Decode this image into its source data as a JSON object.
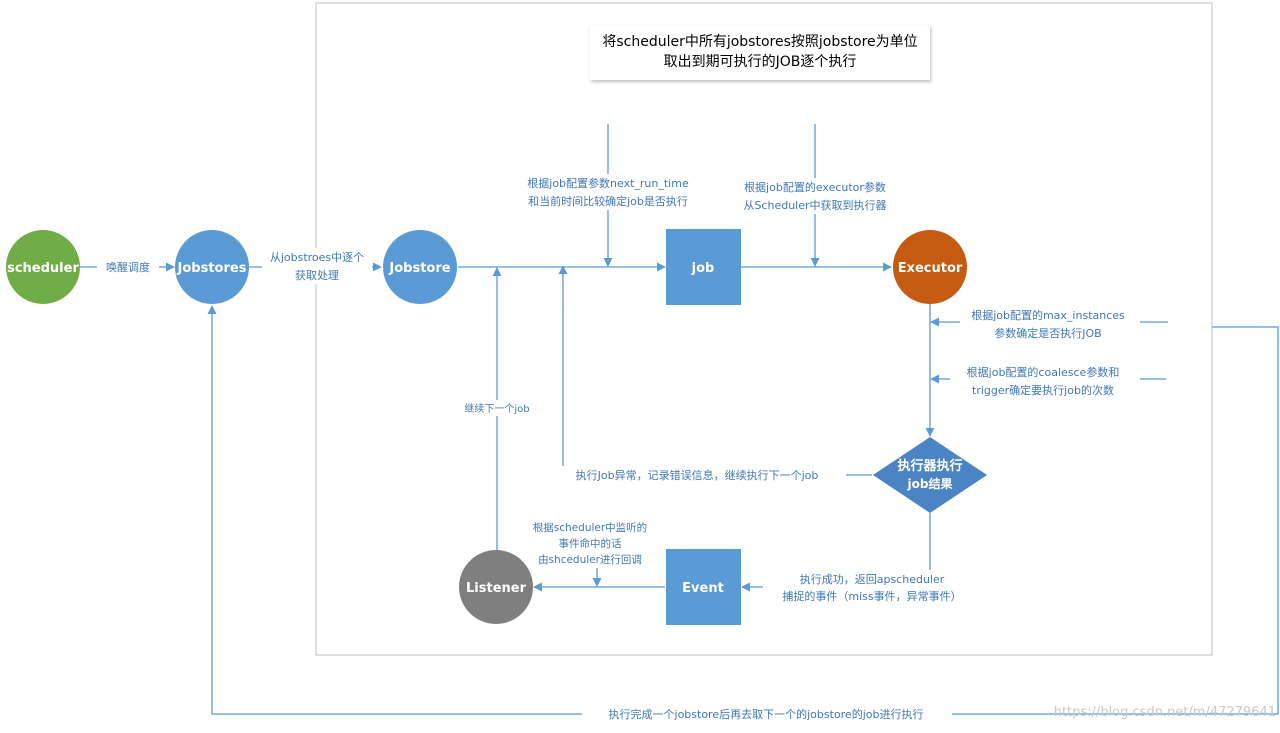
{
  "title": {
    "line1": "将scheduler中所有jobstores按照jobstore为单位",
    "line2": "取出到期可执行的JOB逐个执行"
  },
  "nodes": {
    "scheduler": "scheduler",
    "jobstores": "Jobstores",
    "jobstore": "Jobstore",
    "job": "job",
    "executor": "Executor",
    "decision": {
      "line1": "执行器执行",
      "line2": "job结果"
    },
    "event": "Event",
    "listener": "Listener"
  },
  "labels": {
    "wake": "唤醒调度",
    "from_jobstores": {
      "line1": "从jobstroes中逐个",
      "line2": "获取处理"
    },
    "next_run_time": {
      "line1": "根据job配置参数next_run_time",
      "line2": "和当前时间比较确定job是否执行"
    },
    "executor_param": {
      "line1": "根据job配置的executor参数",
      "line2": "从Scheduler中获取到执行器"
    },
    "max_instances": {
      "line1": "根据job配置的max_instances",
      "line2": "参数确定是否执行JOB"
    },
    "coalesce": {
      "line1": "根据job配置的coalesce参数和",
      "line2": "trigger确定要执行job的次数"
    },
    "continue_next": "继续下一个job",
    "exception": "执行Job异常，记录错误信息，继续执行下一个job",
    "listener_callback": {
      "line1": "根据scheduler中监听的",
      "line2": "事件命中的话",
      "line3": "由shceduler进行回调"
    },
    "success": {
      "line1": "执行成功，返回apscheduler",
      "line2": "捕捉的事件（miss事件，异常事件）"
    },
    "bottom_loop": "执行完成一个jobstore后再去取下一个的jobstore的job进行执行"
  },
  "watermark": "https://blog.csdn.net/m/47279641",
  "colors": {
    "line": "#5b9bd5",
    "blue_node": "#5b9bd5",
    "green_node": "#70ad47",
    "orange_node": "#c55a11",
    "diamond": "#4a84c4",
    "gray_node": "#7f7f7f",
    "label_text": "#3f78b5"
  }
}
